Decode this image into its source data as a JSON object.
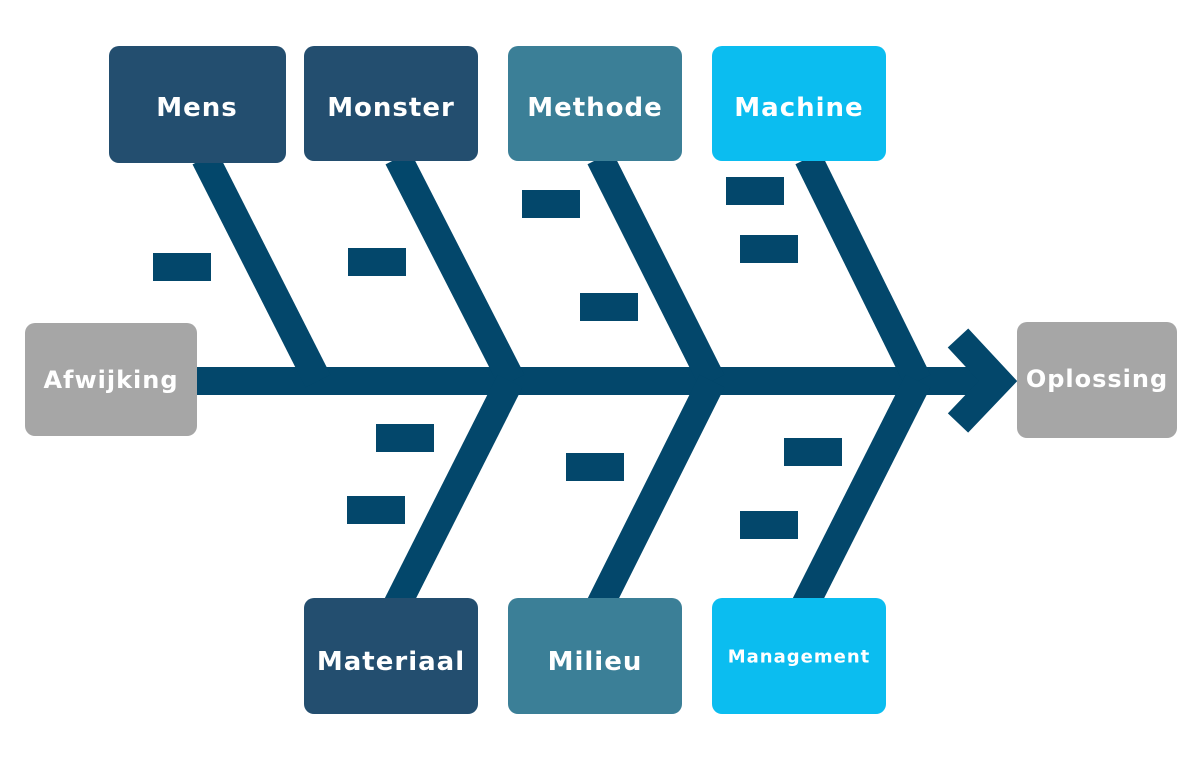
{
  "colors": {
    "spine": "#03476b",
    "dark": "#234e6f",
    "mid": "#3b7f97",
    "light": "#0bbdf0",
    "gray": "#a6a6a6",
    "text": "#ffffff"
  },
  "problem": {
    "label": "Afwijking",
    "color": "gray"
  },
  "solution": {
    "label": "Oplossing",
    "color": "gray"
  },
  "categories": {
    "top": [
      {
        "label": "Mens",
        "color": "dark"
      },
      {
        "label": "Monster",
        "color": "dark"
      },
      {
        "label": "Methode",
        "color": "mid"
      },
      {
        "label": "Machine",
        "color": "light"
      }
    ],
    "bottom": [
      {
        "label": "Materiaal",
        "color": "dark"
      },
      {
        "label": "Milieu",
        "color": "mid"
      },
      {
        "label": "Management",
        "color": "light"
      }
    ]
  }
}
